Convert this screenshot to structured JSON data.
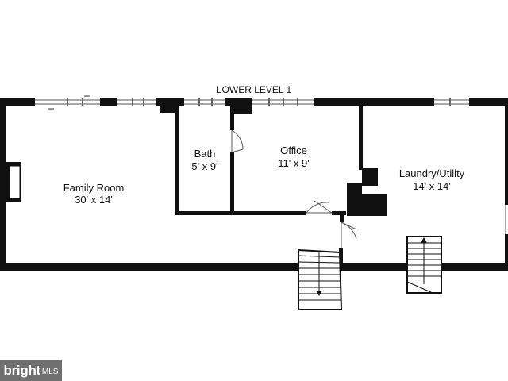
{
  "plan": {
    "level_title": "LOWER LEVEL 1",
    "rooms": {
      "family": {
        "name": "Family Room",
        "size": "30' x 14'"
      },
      "bath": {
        "name": "Bath",
        "size": "5' x 9'"
      },
      "office": {
        "name": "Office",
        "size": "11' x 9'"
      },
      "laundry": {
        "name": "Laundry/Utility",
        "size": "14' x 14'"
      }
    }
  },
  "watermark": {
    "brand": "bright",
    "suffix": "MLS"
  },
  "colors": {
    "wall": "#111111",
    "background": "#ffffff",
    "watermark_bg": "#6f6f6f"
  }
}
